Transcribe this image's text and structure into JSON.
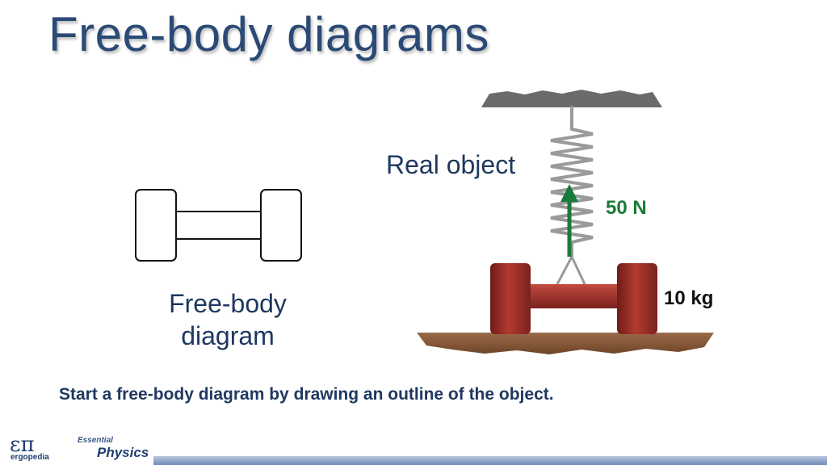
{
  "title": "Free-body diagrams",
  "labels": {
    "real_object": "Real object",
    "free_body_line1": "Free-body",
    "free_body_line2": "diagram",
    "force": "50 N",
    "mass": "10 kg"
  },
  "caption": "Start a free-body diagram by drawing an outline of the object.",
  "logo": {
    "symbol": "επ",
    "brand": "ergopedia",
    "series_small": "Essential",
    "series_big": "Physics"
  },
  "colors": {
    "title": "#2b4a75",
    "force_arrow": "#1a7a3a",
    "dumbbell": "#9c2f28",
    "ground": "#8a5a3a",
    "ceiling": "#6b6b6b"
  }
}
